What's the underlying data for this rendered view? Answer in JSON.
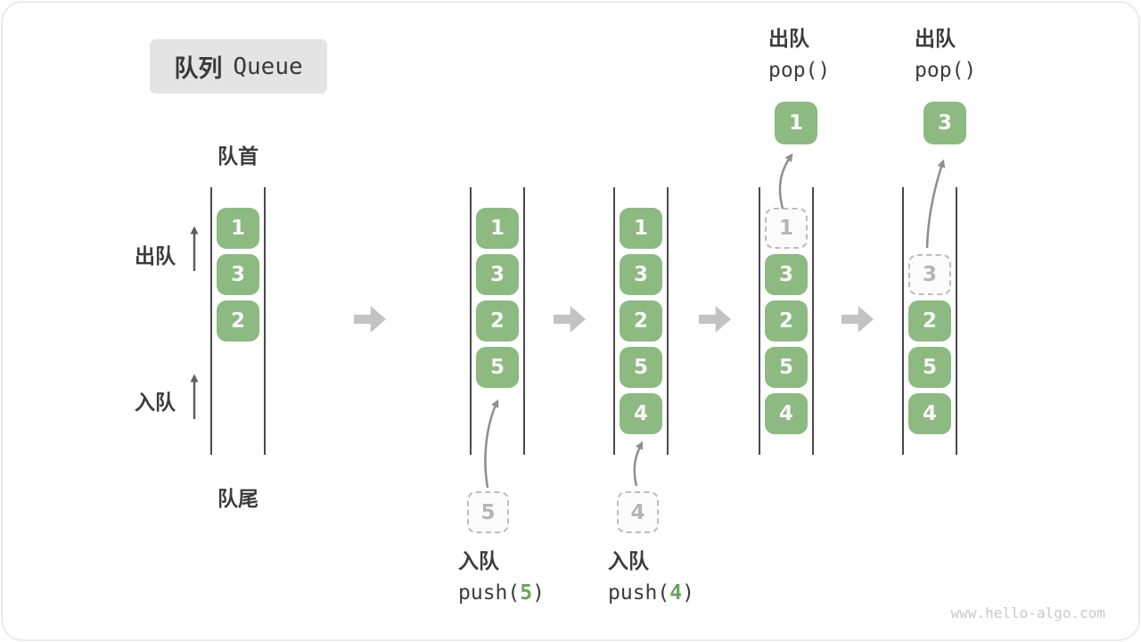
{
  "title": {
    "zh": "队列",
    "en": "Queue"
  },
  "labels": {
    "front": "队首",
    "rear": "队尾",
    "dequeue": "出队",
    "enqueue": "入队"
  },
  "watermark": "www.hello-algo.com",
  "colors": {
    "box_green": "#8cba80",
    "box_text": "#f9f9f9",
    "ghost_border": "#bdbdbd",
    "ghost_text": "#b5b5b5",
    "queue_line": "#4a4a4a",
    "label_dark": "#3c3c3c",
    "block_arrow_gray": "#c3c3c3",
    "curve_arrow_gray": "#8e8e8e",
    "accent_green": "#68a55a",
    "badge_bg": "#e4e4e4"
  },
  "states": [
    {
      "slots": [
        {
          "v": "1"
        },
        {
          "v": "3"
        },
        {
          "v": "2"
        }
      ]
    },
    {
      "slots": [
        {
          "v": "1"
        },
        {
          "v": "3"
        },
        {
          "v": "2"
        },
        {
          "v": "5"
        }
      ],
      "incoming": "5"
    },
    {
      "slots": [
        {
          "v": "1"
        },
        {
          "v": "3"
        },
        {
          "v": "2"
        },
        {
          "v": "5"
        },
        {
          "v": "4"
        }
      ],
      "incoming": "4"
    },
    {
      "slots": [
        {
          "v": "1",
          "removed": true
        },
        {
          "v": "3"
        },
        {
          "v": "2"
        },
        {
          "v": "5"
        },
        {
          "v": "4"
        }
      ],
      "popped": "1"
    },
    {
      "slots": [
        {
          "v": "3",
          "removed": true
        },
        {
          "v": "2"
        },
        {
          "v": "5"
        },
        {
          "v": "4"
        }
      ],
      "popped": "3"
    }
  ],
  "captions": {
    "push5": {
      "action": "入队",
      "code_open": "push(",
      "arg": "5",
      "code_close": ")"
    },
    "push4": {
      "action": "入队",
      "code_open": "push(",
      "arg": "4",
      "code_close": ")"
    },
    "pop1": {
      "action": "出队",
      "code": "pop()"
    },
    "pop2": {
      "action": "出队",
      "code": "pop()"
    }
  }
}
